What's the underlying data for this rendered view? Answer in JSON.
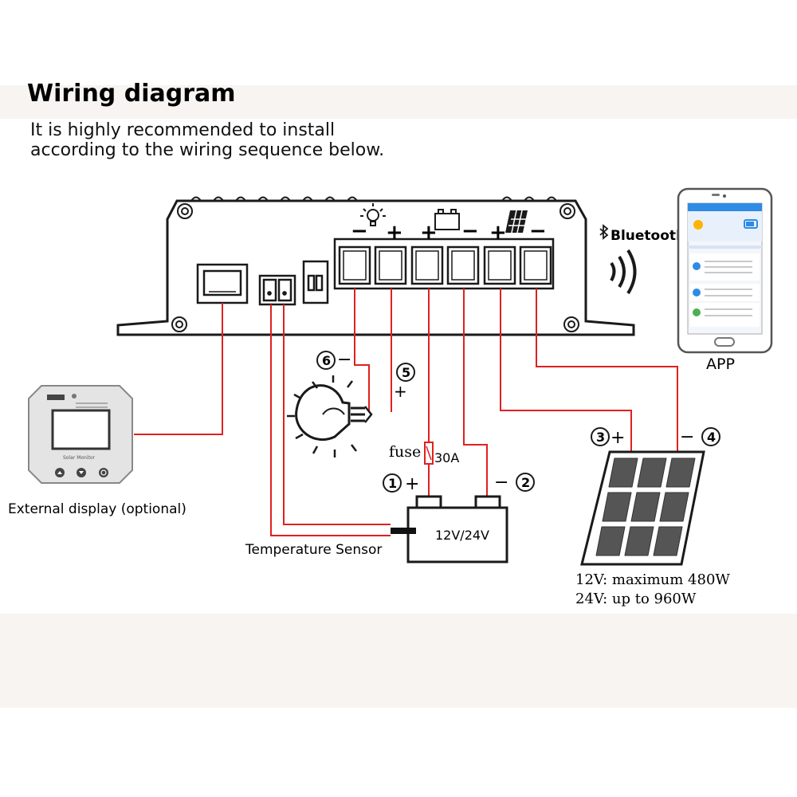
{
  "header": {
    "title": "Wiring diagram",
    "subtitle_line1": "It is highly recommended to install",
    "subtitle_line2": "according to the wiring sequence below."
  },
  "controller": {
    "terminal_signs": [
      "−",
      "+",
      "+",
      "−",
      "+",
      "−"
    ]
  },
  "bluetooth": {
    "label": "Bluetooth"
  },
  "app": {
    "label": "APP"
  },
  "external_display": {
    "label": "External display (optional)",
    "screen_caption": "Solar Monitor"
  },
  "temperature_sensor": {
    "label": "Temperature Sensor"
  },
  "fuse": {
    "label": "fuse",
    "rating": "30A"
  },
  "battery": {
    "label": "12V/24V"
  },
  "markers": {
    "m1": "1",
    "m1_sign": "+",
    "m2": "2",
    "m2_sign": "−",
    "m3": "3",
    "m3_sign": "+",
    "m4": "4",
    "m4_sign": "−",
    "m5": "5",
    "m5_sign": "+",
    "m6": "6",
    "m6_sign": "−"
  },
  "panel_specs": {
    "line1": "12V: maximum 480W",
    "line2": "24V: up to 960W"
  },
  "colors": {
    "wire": "#e02020",
    "outline": "#1a1a1a",
    "band": "#f7f4f1"
  }
}
